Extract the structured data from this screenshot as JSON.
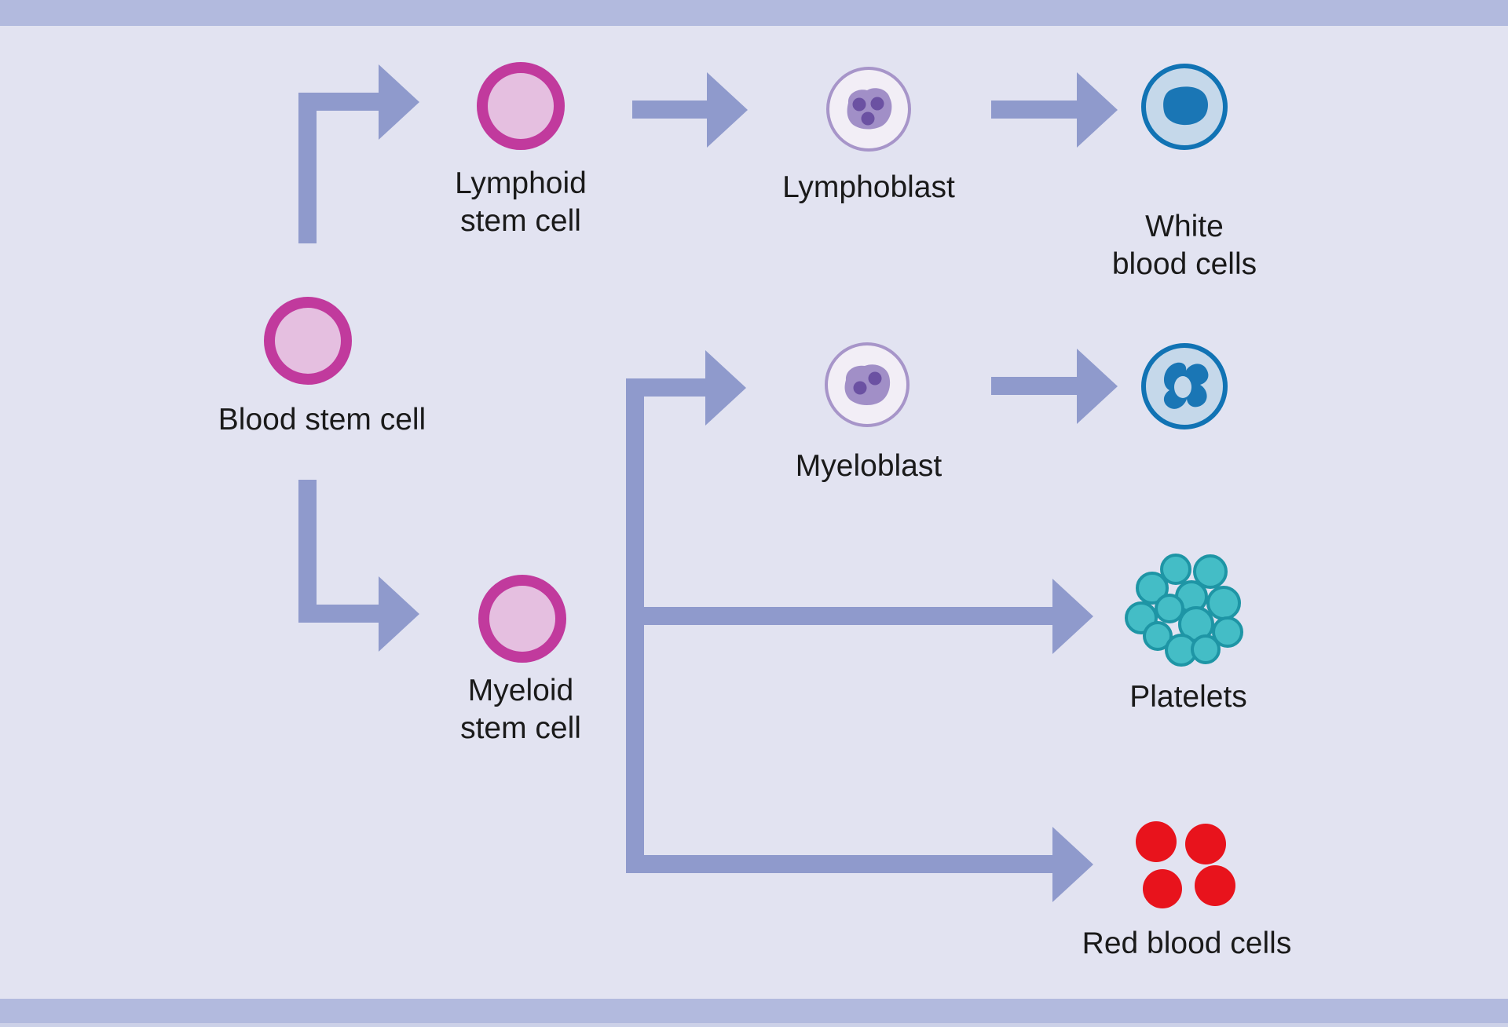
{
  "title": "Blood stem cell differentiation diagram",
  "colors": {
    "background": "#e2e3f1",
    "bar": "#b2bade",
    "arrow": "#8f9acc",
    "text": "#1a1a1a",
    "stem_ring": "#c13a9d",
    "stem_fill": "#e5bfe0",
    "blast_stroke": "#a795c9",
    "blast_fill": "#f2eef6",
    "blast_nucleus": "#a18fc7",
    "blast_dot": "#6b51a2",
    "wbc_stroke": "#1173b4",
    "wbc_fill": "#c5d8ea",
    "wbc_nucleus": "#1a76b5",
    "platelet_fill": "#44bdc6",
    "platelet_stroke": "#1e95a5",
    "rbc_fill": "#e8131c"
  },
  "nodes": {
    "blood_stem_cell": {
      "label": "Blood stem cell",
      "icon": "stem-cell-icon"
    },
    "lymphoid_stem_cell": {
      "label_line1": "Lymphoid",
      "label_line2": "stem cell",
      "icon": "stem-cell-icon"
    },
    "myeloid_stem_cell": {
      "label_line1": "Myeloid",
      "label_line2": "stem cell",
      "icon": "stem-cell-icon"
    },
    "lymphoblast": {
      "label": "Lymphoblast",
      "icon": "lymphoblast-cell-icon"
    },
    "myeloblast": {
      "label": "Myeloblast",
      "icon": "myeloblast-cell-icon"
    },
    "white_blood_cells": {
      "label_line1": "White",
      "label_line2": "blood cells",
      "icon": "white-blood-cell-icon"
    },
    "platelets": {
      "label": "Platelets",
      "icon": "platelets-cluster-icon"
    },
    "red_blood_cells": {
      "label": "Red blood cells",
      "icon": "red-blood-cells-icon"
    }
  },
  "edges": [
    "Blood stem cell -> Lymphoid stem cell",
    "Lymphoid stem cell -> Lymphoblast",
    "Lymphoblast -> White blood cells",
    "Blood stem cell -> Myeloid stem cell",
    "Myeloid stem cell -> Myeloblast",
    "Myeloblast -> White blood cells",
    "Myeloid stem cell -> Platelets",
    "Myeloid stem cell -> Red blood cells"
  ]
}
